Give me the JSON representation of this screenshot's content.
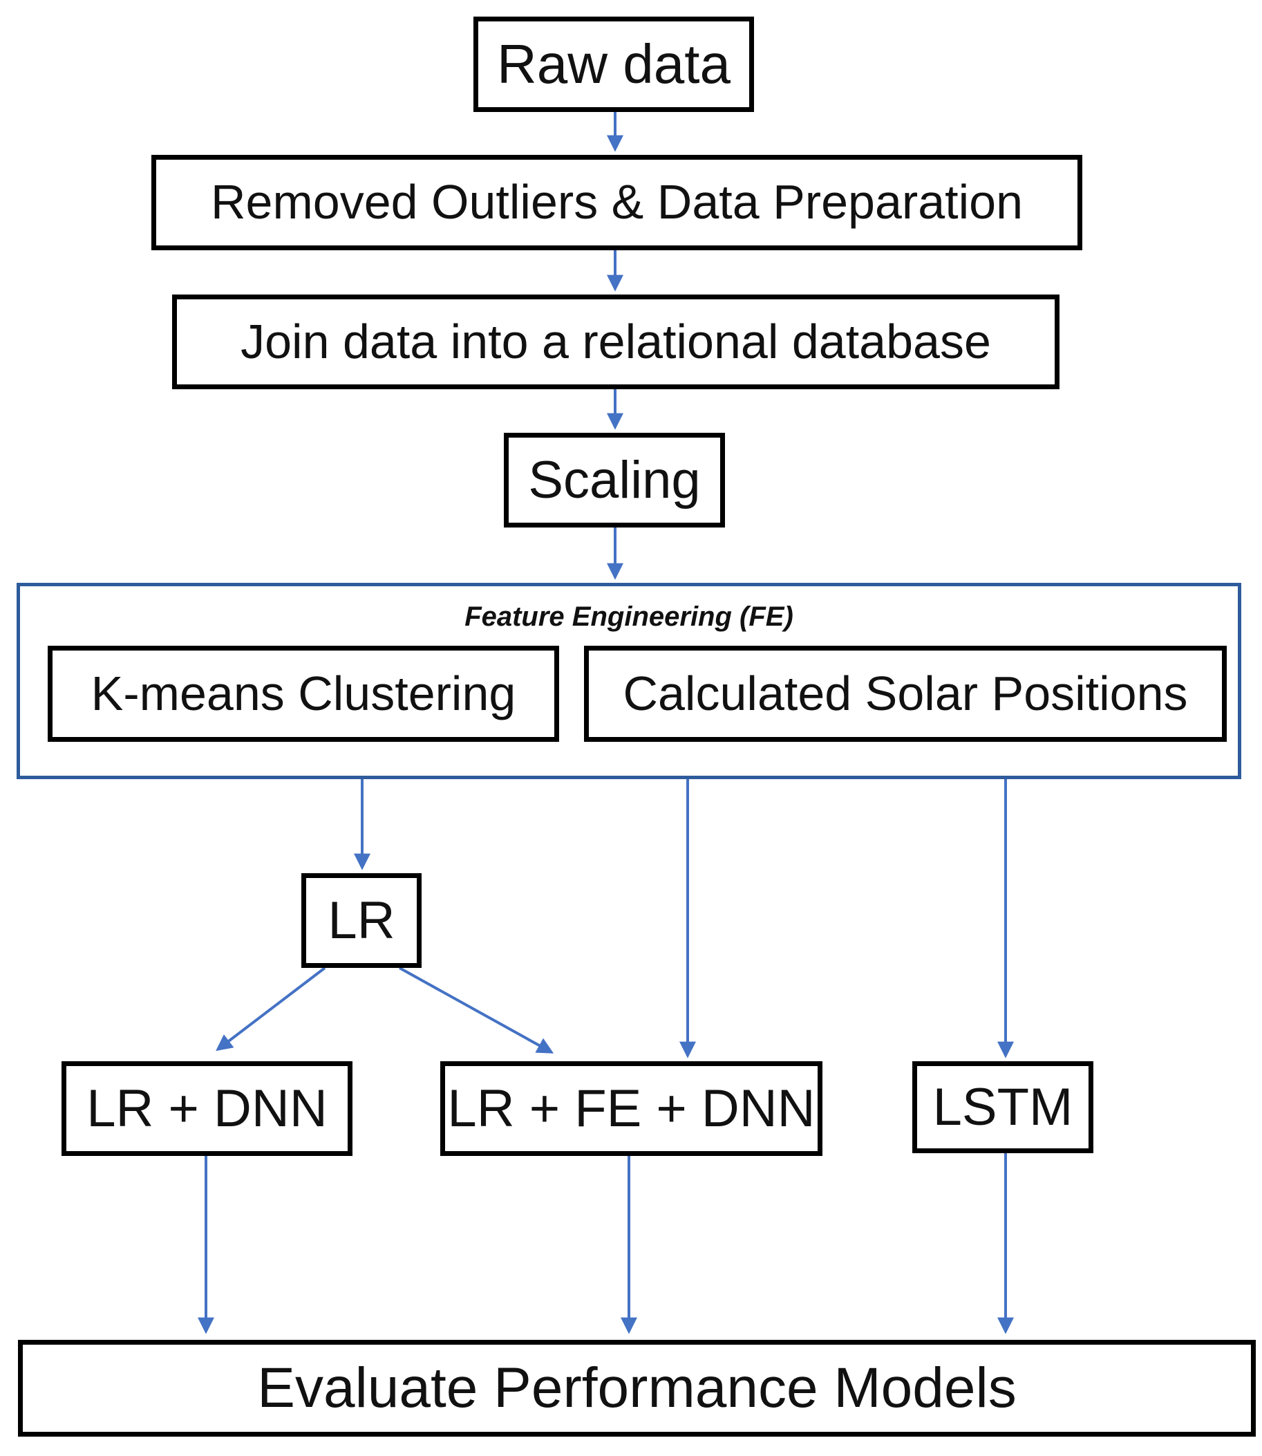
{
  "diagram": {
    "type": "flowchart",
    "colors": {
      "arrow": "#4472C4",
      "group_border": "#2E5B9B",
      "box_border": "#000000",
      "background": "#FFFFFF",
      "text": "#111111"
    },
    "nodes": {
      "raw_data": {
        "label": "Raw data"
      },
      "removed_outliers": {
        "label": "Removed Outliers & Data Preparation"
      },
      "join_data": {
        "label": "Join data into a relational database"
      },
      "scaling": {
        "label": "Scaling"
      },
      "feature_engineering": {
        "label": "Feature Engineering (FE)"
      },
      "kmeans": {
        "label": "K-means Clustering"
      },
      "calc_solar": {
        "label": "Calculated Solar Positions"
      },
      "lr": {
        "label": "LR"
      },
      "lr_dnn": {
        "label": "LR + DNN"
      },
      "lr_fe_dnn": {
        "label": "LR + FE + DNN"
      },
      "lstm": {
        "label": "LSTM"
      },
      "evaluate": {
        "label": "Evaluate Performance Models"
      }
    },
    "edges": [
      {
        "from": "raw_data",
        "to": "removed_outliers"
      },
      {
        "from": "removed_outliers",
        "to": "join_data"
      },
      {
        "from": "join_data",
        "to": "scaling"
      },
      {
        "from": "scaling",
        "to": "feature_engineering"
      },
      {
        "from": "feature_engineering",
        "to": "lr"
      },
      {
        "from": "feature_engineering",
        "to": "lr_fe_dnn"
      },
      {
        "from": "feature_engineering",
        "to": "lstm"
      },
      {
        "from": "lr",
        "to": "lr_dnn"
      },
      {
        "from": "lr",
        "to": "lr_fe_dnn"
      },
      {
        "from": "lr_dnn",
        "to": "evaluate"
      },
      {
        "from": "lr_fe_dnn",
        "to": "evaluate"
      },
      {
        "from": "lstm",
        "to": "evaluate"
      }
    ]
  }
}
